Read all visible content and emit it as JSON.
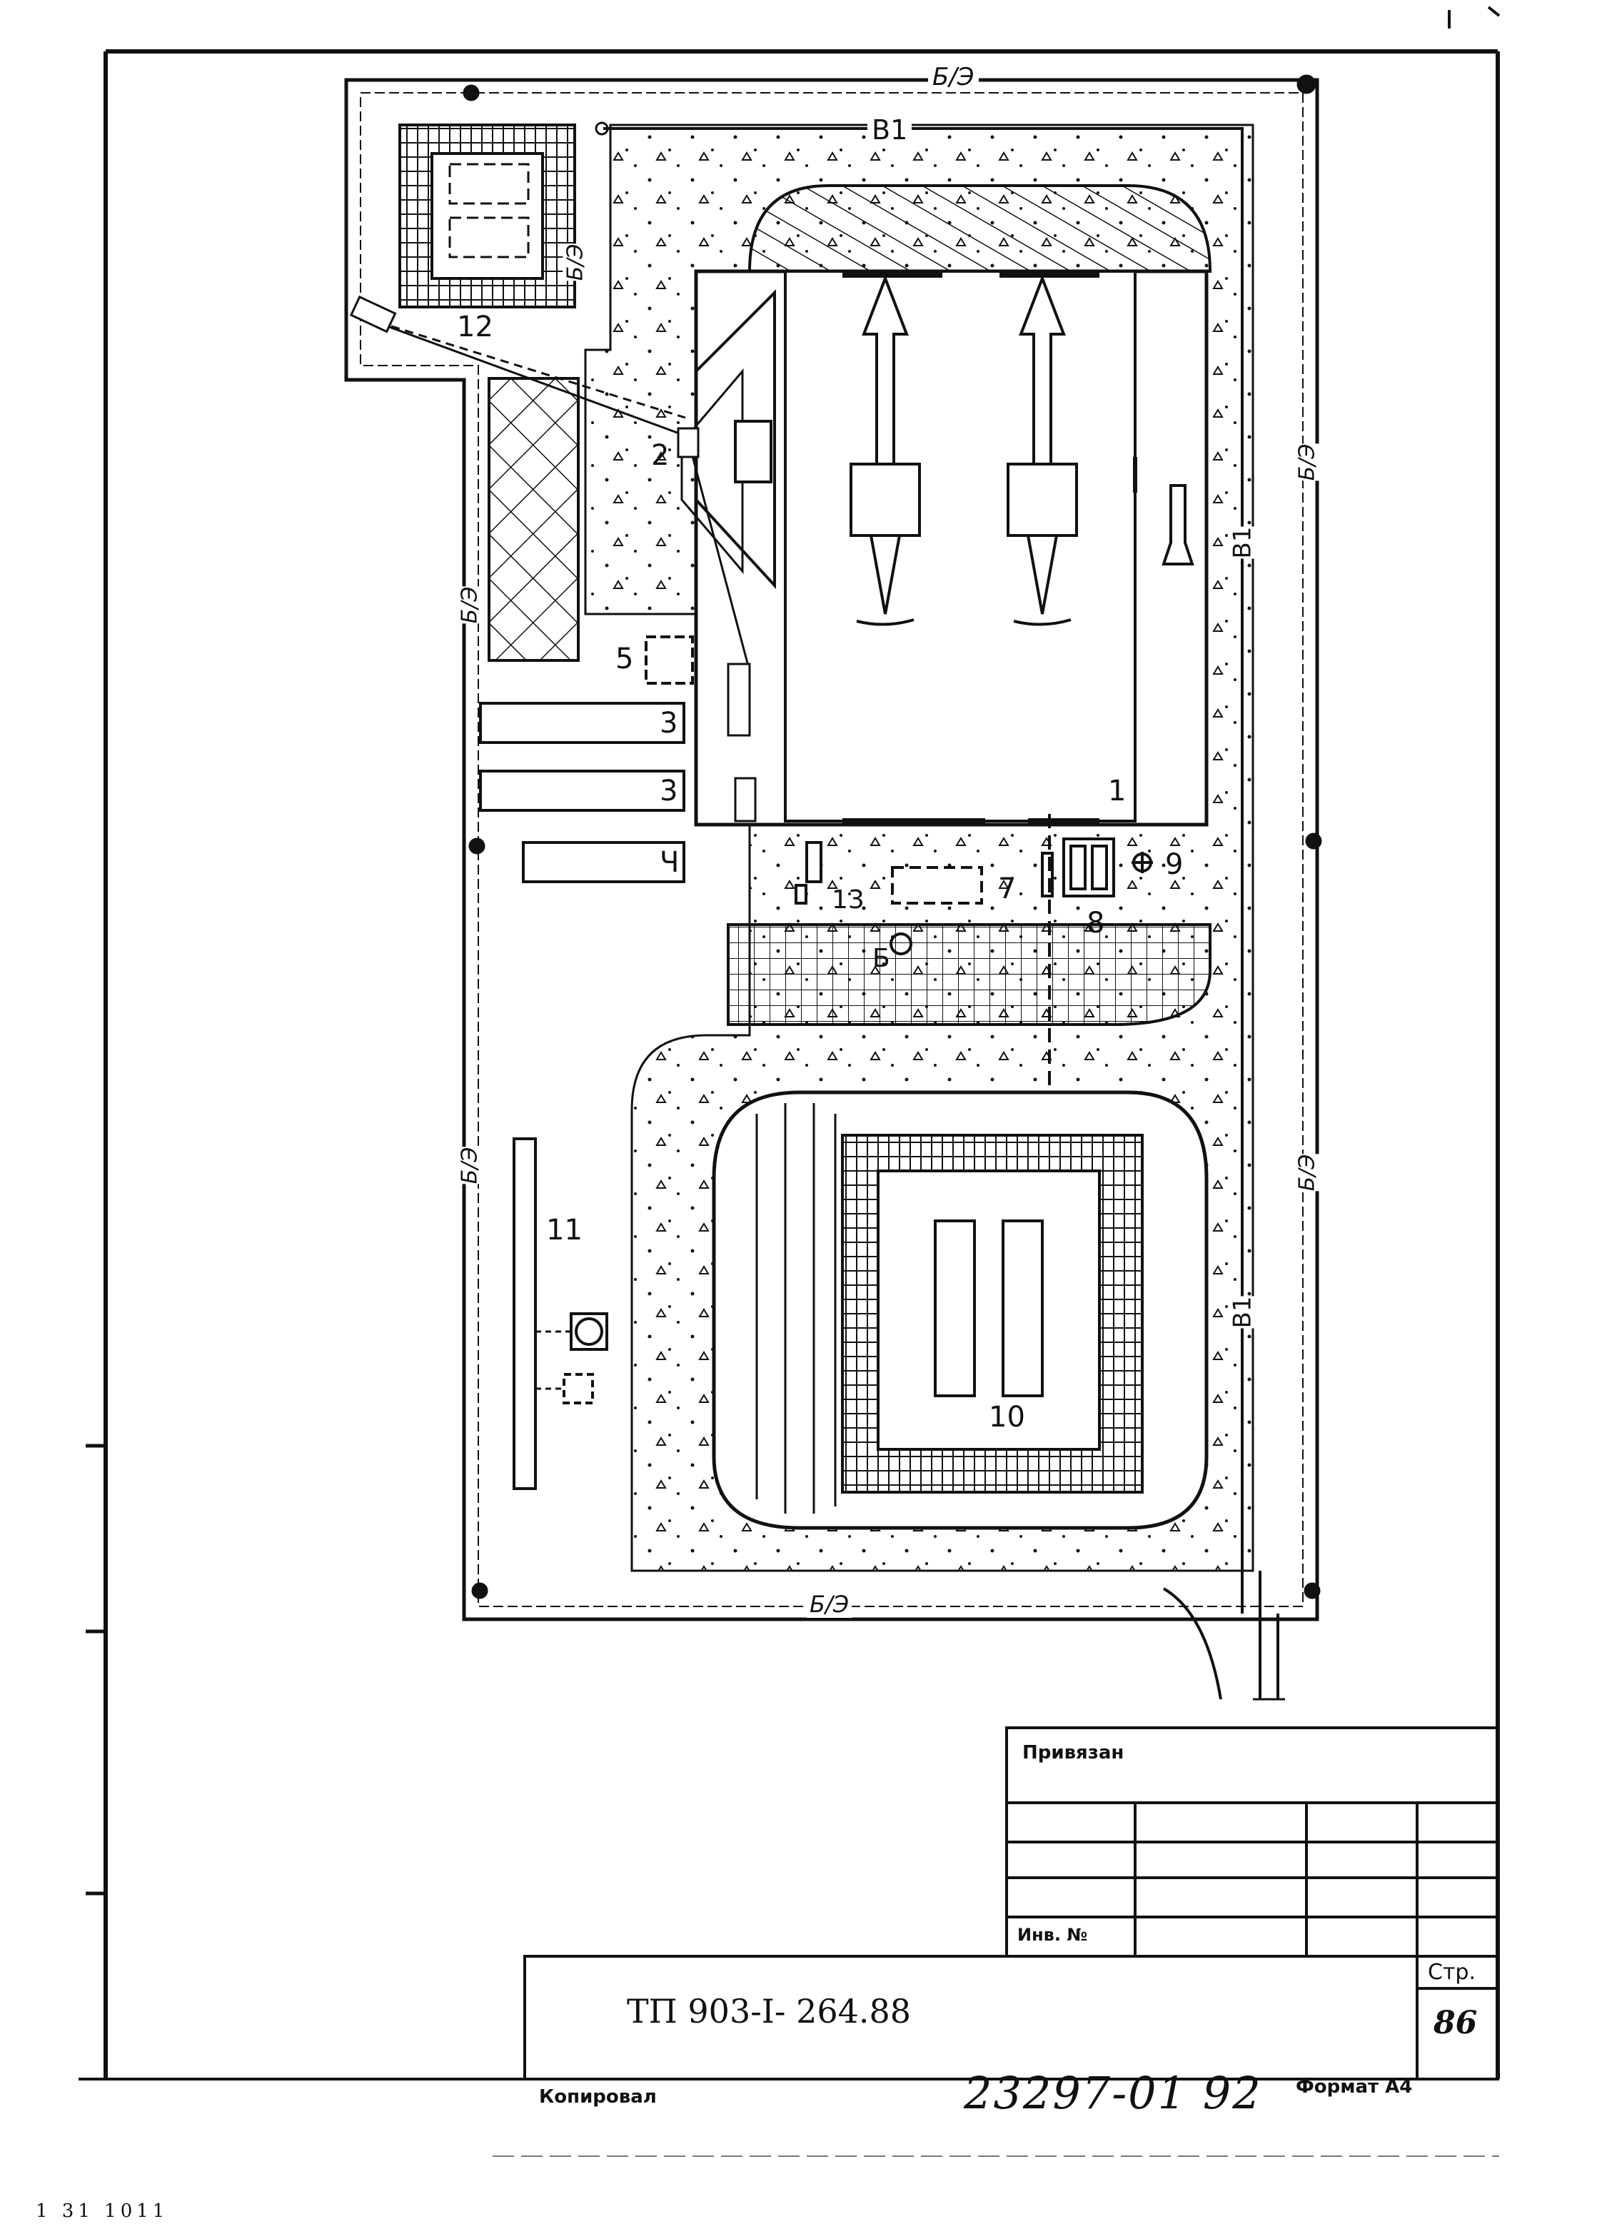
{
  "plan": {
    "items": {
      "n1": "1",
      "n2": "2",
      "n3a": "3",
      "n3b": "3",
      "n4": "Ч",
      "n5": "5",
      "n6": "Б",
      "n7": "7",
      "n8": "8",
      "n9": "9",
      "n10": "10",
      "n11": "11",
      "n12": "12",
      "n13": "13"
    },
    "utility_labels": {
      "sewer": "Б/Э",
      "water": "В1"
    }
  },
  "title_block": {
    "tied_label": "Привязан",
    "inv_label": "Инв. №",
    "page_label": "Стр.",
    "page_number": "86",
    "doc_code": "ТП 903-I- 264.88"
  },
  "footer": {
    "copied_label": "Копировал",
    "archive_number": "23297-01 92",
    "format_label": "Формат А4",
    "corner_code": "1 31 1011"
  }
}
